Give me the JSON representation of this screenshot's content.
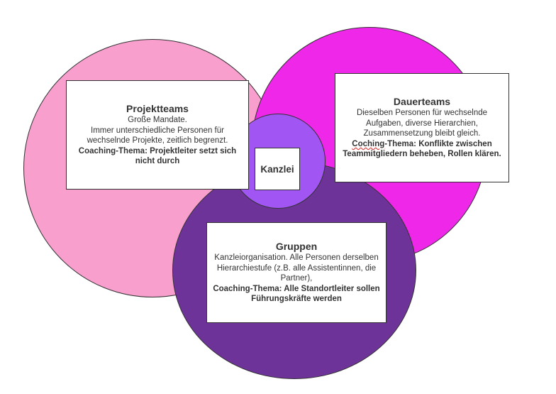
{
  "projektteams": {
    "title": "Projektteams",
    "line1": "Große Mandate.",
    "line2": "Immer unterschiedliche Personen für wechselnde Projekte, zeitlich begrenzt.",
    "coaching": "Coaching-Thema: Projektleiter setzt sich nicht durch"
  },
  "dauerteams": {
    "title": "Dauerteams",
    "line1": "Dieselben Personen für wechselnde Aufgaben, diverse Hierarchien, Zusammensetzung bleibt gleich.",
    "coaching_word": "Coching",
    "coaching_rest": "-Thema: Konflikte zwischen Teammitgliedern beheben, Rollen klären."
  },
  "gruppen": {
    "title": "Gruppen",
    "line1": "Kanzleiorganisation. Alle Personen derselben Hierarchiestufe (z.B. alle Assistentinnen, die Partner),",
    "coaching": "Coaching-Thema: Alle Standortleiter sollen Führungskräfte werden"
  },
  "kanzlei": {
    "title": "Kanzlei"
  },
  "colors": {
    "projektteams_circle": "#f89fce",
    "dauerteams_circle": "#ee27e9",
    "gruppen_circle": "#6e3399",
    "kanzlei_circle": "#a155f2"
  }
}
